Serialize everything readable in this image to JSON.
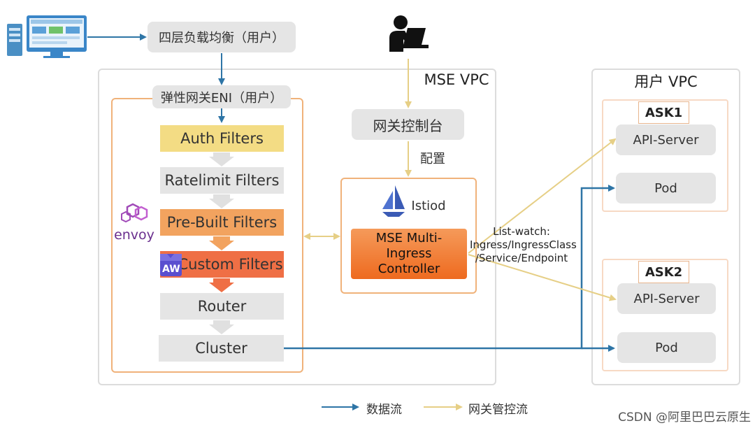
{
  "nodes": {
    "l4_lb": "四层负载均衡（用户）",
    "eni": "弹性网关ENI（用户）",
    "auth": "Auth Filters",
    "ratelimit": "Ratelimit Filters",
    "prebuilt": "Pre-Built Filters",
    "custom": "Custom Filters",
    "router": "Router",
    "cluster": "Cluster",
    "console": "网关控制台",
    "config": "配置",
    "istiod": "Istiod",
    "mse_controller": "MSE Multi-Ingress Controller",
    "apiserver1": "API-Server",
    "pod1": "Pod",
    "apiserver2": "API-Server",
    "pod2": "Pod"
  },
  "regions": {
    "mse_vpc": "MSE VPC",
    "user_vpc": "用户 VPC",
    "ask1": "ASK1",
    "ask2": "ASK2"
  },
  "edge_labels": {
    "list_watch": [
      "List-watch:",
      "Ingress/IngressClass",
      "/Service/Endpoint"
    ]
  },
  "logos": {
    "envoy": "envoy",
    "aw": "AW"
  },
  "legend": {
    "data_flow": "数据流",
    "control_flow": "网关管控流"
  },
  "watermark": "CSDN @阿里巴巴云原生",
  "colors": {
    "data_flow": "#2e75a6",
    "control_flow": "#eedc9a",
    "auth": "#f3dc84",
    "ratelimit": "#e5e5e5",
    "prebuilt": "#f2a35f",
    "custom": "#ef6f45",
    "controller": "#f07a32",
    "frame": "#f0b27a",
    "envoy": "#a04ab8"
  },
  "icons": [
    "server-monitor-icon",
    "user-laptop-icon",
    "envoy-logo-icon",
    "istio-sail-icon",
    "aw-badge-icon"
  ]
}
